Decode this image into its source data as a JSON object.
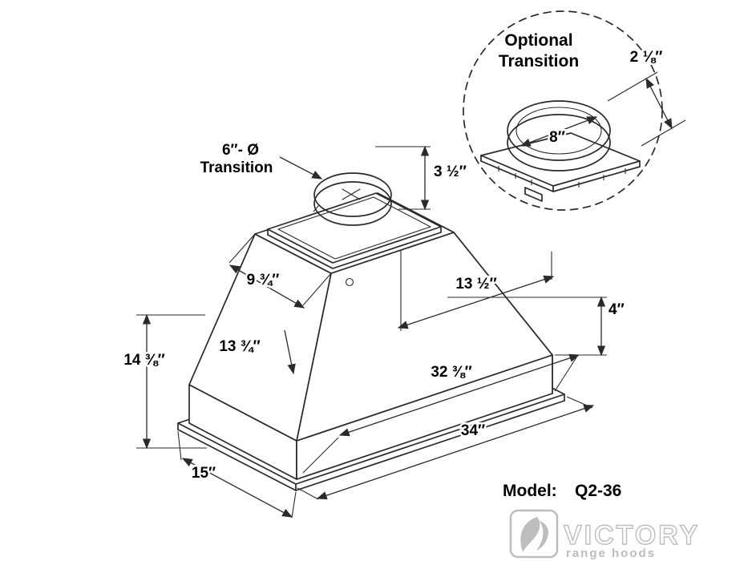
{
  "colors": {
    "line": "#2a2a2a",
    "dim_text": "#000000",
    "brand": "#bdbdbd"
  },
  "main_drawing": {
    "transition_label_line1": "6″- Ø",
    "transition_label_line2": "Transition",
    "dim_transition_height": "3 ½″",
    "dim_top_depth": "9 ¾″",
    "dim_top_flat_length": "13 ½″",
    "dim_right_height": "4″",
    "dim_total_height": "14 ⅜″",
    "dim_body_depth": "13 ¾″",
    "dim_body_length": "32 ⅜″",
    "dim_overall_length": "34″",
    "dim_overall_depth": "15″"
  },
  "inset": {
    "title_line1": "Optional",
    "title_line2": "Transition",
    "dim_diameter": "8″",
    "dim_collar_height": "2 ⅛″"
  },
  "model": {
    "label": "Model:",
    "value": "Q2-36"
  },
  "brand": {
    "name": "VICTORY",
    "tagline": "range hoods"
  }
}
